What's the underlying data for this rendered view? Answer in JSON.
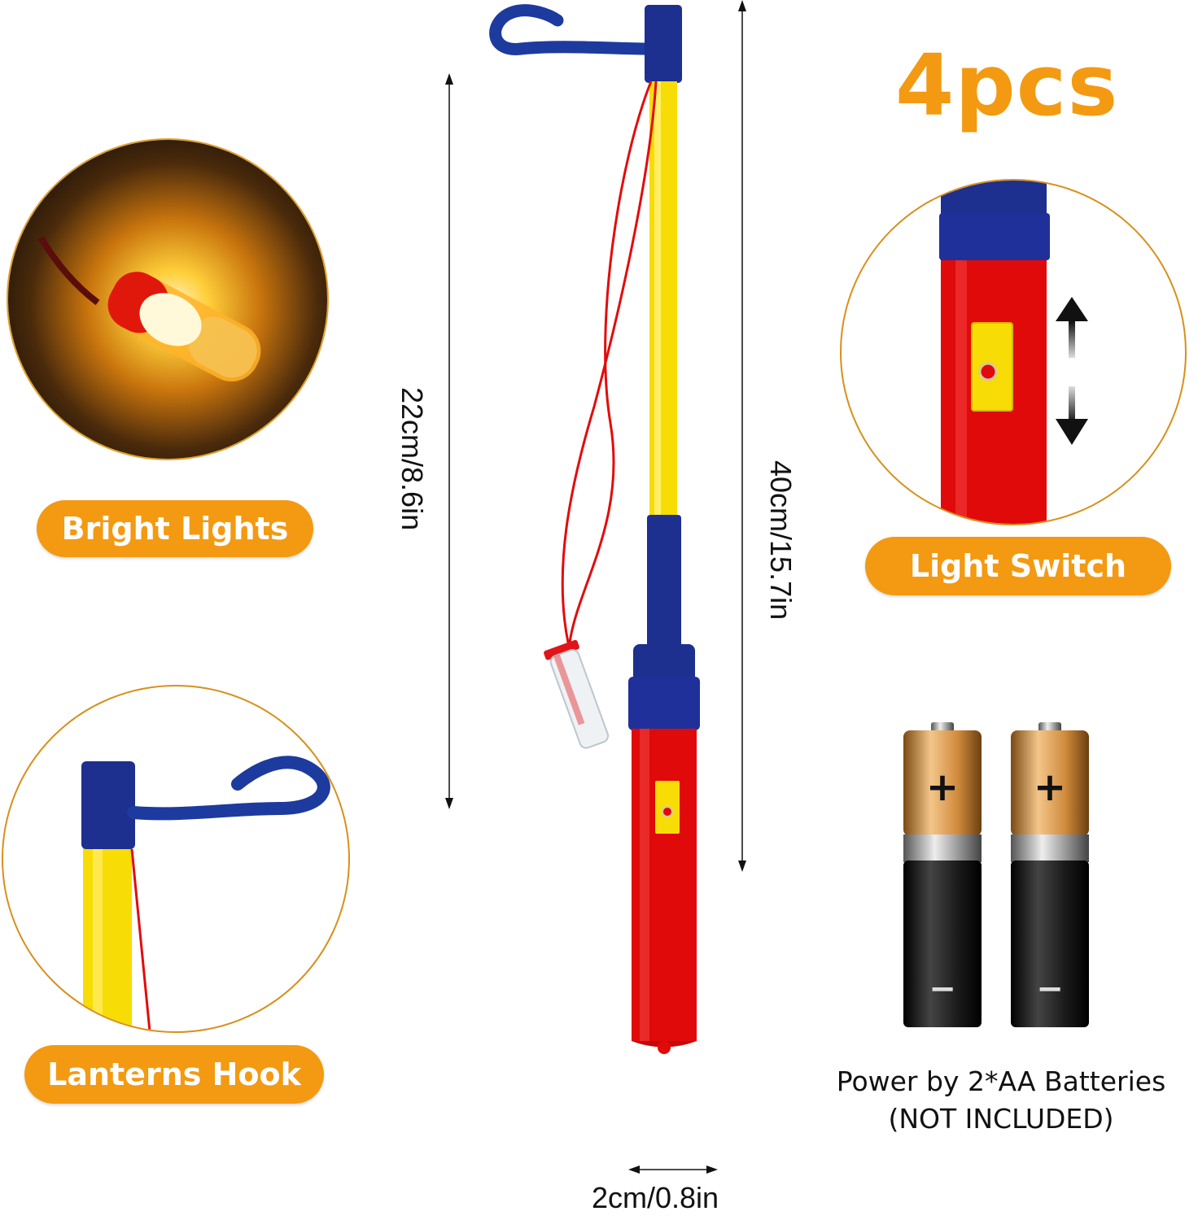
{
  "headline": "4pcs",
  "labels": {
    "bright_lights": "Bright Lights",
    "lanterns_hook": "Lanterns Hook",
    "light_switch": "Light Switch"
  },
  "dimensions": {
    "total_length": "40cm/15.7in",
    "rod_length": "22cm/8.6in",
    "diameter": "2cm/0.8in"
  },
  "battery_note": {
    "line1": "Power by 2*AA Batteries",
    "line2": "(NOT INCLUDED)"
  },
  "battery_symbols": {
    "plus": "+",
    "minus": "−"
  },
  "colors": {
    "accent_orange": "#f39a12",
    "rod_yellow": "#f7dc06",
    "handle_red": "#e30b0b",
    "cap_blue": "#1d2f8f"
  }
}
